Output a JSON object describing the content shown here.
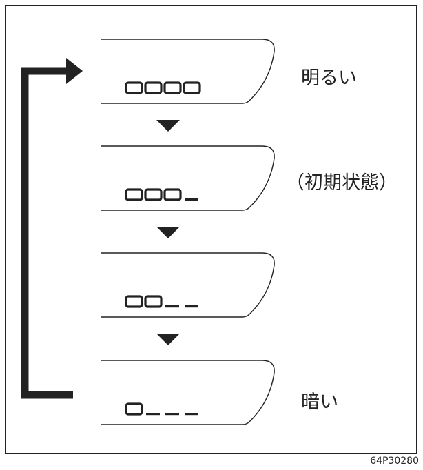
{
  "diagram": {
    "levels": [
      {
        "display": "0000",
        "filled": 4,
        "label": "明るい"
      },
      {
        "display": "000_",
        "filled": 3,
        "label": "（初期状態）"
      },
      {
        "display": "00__",
        "filled": 2,
        "label": ""
      },
      {
        "display": "0___",
        "filled": 1,
        "label": "暗い"
      }
    ],
    "figure_code": "64P30280",
    "colors": {
      "line": "#222222",
      "panel": "#ffffff"
    }
  }
}
